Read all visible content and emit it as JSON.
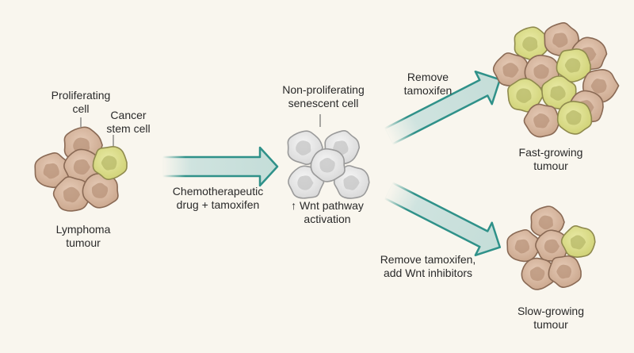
{
  "diagram": {
    "title": "Senescence-associated stemness in lymphoma",
    "stages": {
      "lymphoma": {
        "name_lines": [
          "Lymphoma",
          "tumour"
        ],
        "callouts": {
          "proliferating": [
            "Proliferating",
            "cell"
          ],
          "stem": [
            "Cancer",
            "stem cell"
          ]
        }
      },
      "senescent": {
        "callout": [
          "Non-proliferating",
          "senescent cell"
        ],
        "note_lines": [
          "↑ Wnt pathway",
          "activation"
        ]
      },
      "fast": {
        "name_lines": [
          "Fast-growing",
          "tumour"
        ]
      },
      "slow": {
        "name_lines": [
          "Slow-growing",
          "tumour"
        ]
      }
    },
    "arrows": {
      "treatment": [
        "Chemotherapeutic",
        "drug + tamoxifen"
      ],
      "remove": [
        "Remove",
        "tamoxifen"
      ],
      "inhibit": [
        "Remove tamoxifen,",
        "add Wnt inhibitors"
      ]
    },
    "colors": {
      "background": "#f9f6ee",
      "arrow_fill": "#cfe3df",
      "arrow_stroke": "#2f9189",
      "proliferating_fill": "#d9b9a2",
      "proliferating_stroke": "#8a6a55",
      "stem_fill": "#dfe18f",
      "stem_stroke": "#8f8a4e",
      "senescent_fill": "#ececec",
      "senescent_stroke": "#9a9a9a"
    }
  }
}
